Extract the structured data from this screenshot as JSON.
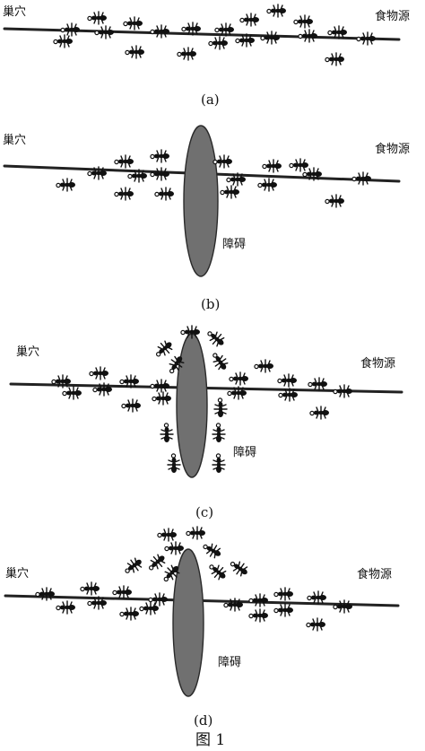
{
  "labels": {
    "nest": "巢穴",
    "food": "食物源",
    "obstacle": "障碍"
  },
  "panels": [
    {
      "id": "a",
      "caption": "(a)",
      "has_obstacle": false
    },
    {
      "id": "b",
      "caption": "(b)",
      "has_obstacle": true
    },
    {
      "id": "c",
      "caption": "(c)",
      "has_obstacle": true
    },
    {
      "id": "d",
      "caption": "(d)",
      "has_obstacle": true
    }
  ],
  "figure_caption": "图 1"
}
